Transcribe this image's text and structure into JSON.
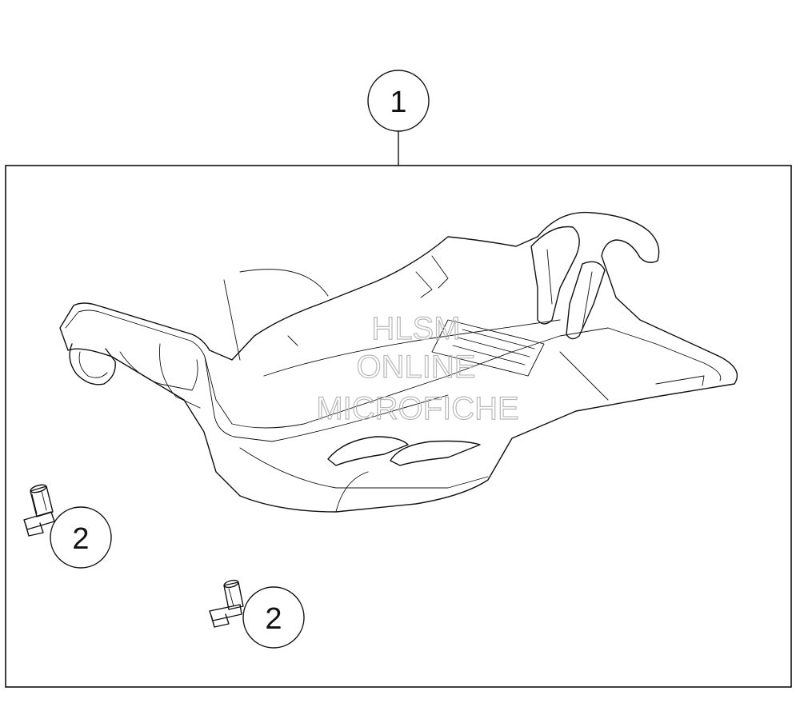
{
  "callouts": [
    {
      "label": "1"
    },
    {
      "label": "2"
    },
    {
      "label": "2"
    }
  ],
  "watermark": {
    "line1": "HLSM",
    "line2": "ONLINE",
    "line3": "MICROFICHE"
  },
  "colors": {
    "line": "#111111",
    "watermark": "#b8b8b8",
    "background": "#ffffff"
  },
  "parts": [
    {
      "callout": "1",
      "icon": "skid-plate-icon"
    },
    {
      "callout": "2",
      "icon": "flange-bolt-icon"
    }
  ]
}
